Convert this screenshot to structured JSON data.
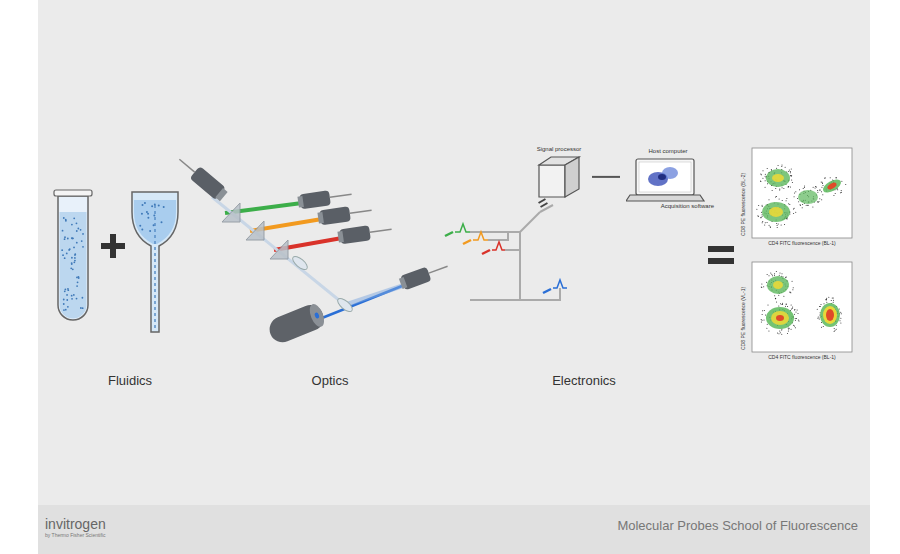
{
  "diagram": {
    "nodes": [
      {
        "text": [
          "Signal processor"
        ]
      },
      {
        "text": [
          "Host computer",
          "Acquisition software"
        ]
      }
    ],
    "edges": [
      {
        "from": 0,
        "to": 1,
        "arrow": "none"
      }
    ],
    "labels": [
      "Fluidics",
      "Optics",
      "Electronics",
      "CD8 PE fluorescence (BL-2)",
      "CD4 FITC fluorescence (BL-1)",
      "CD8 PE fluorescence (VL-1)",
      "CD4 FITC fluorescence (BL-1)",
      "invitrogen",
      "by Thermo Fisher Scientific",
      "Molecular Probes School of Fluorescence"
    ]
  }
}
